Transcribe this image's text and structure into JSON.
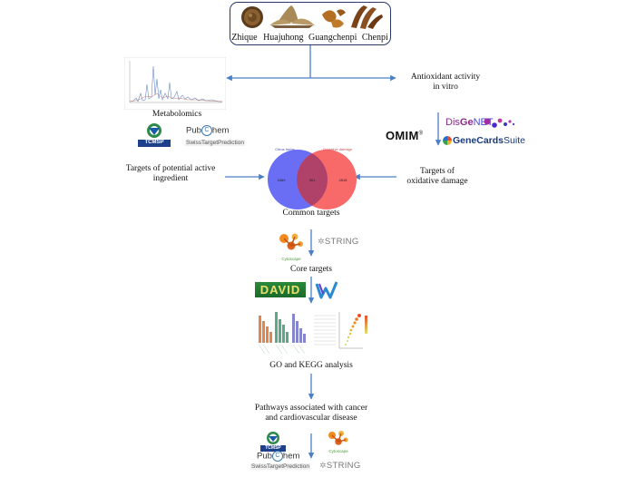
{
  "herbs": {
    "labels": [
      "Zhique",
      "Huajuhong",
      "Guangchenpi",
      "Chenpi"
    ]
  },
  "labels": {
    "antioxidant": "Antioxidant activity\nin vitro",
    "metabolomics": "Metabolomics",
    "targets_active": "Targets of potential active\ningredient",
    "targets_oxidative": "Targets of\noxidative damage",
    "common_targets": "Common targets",
    "core_targets": "Core targets",
    "go_kegg": "GO and KEGG analysis",
    "pathways": "Pathways associated with cancer\nand cardiovascular disease"
  },
  "logos": {
    "tcmsp": "TCMSP",
    "pubchem_a": "Pub",
    "pubchem_b": "hem",
    "swiss": "SwissTargetPrediction",
    "omim": "OMIM",
    "omim_reg": "®",
    "disgenet_a": "Dis",
    "disgenet_b": "Ge",
    "disgenet_c": "NET",
    "genecards": "GeneCards",
    "genecards_suite": "Suite",
    "string": "STRING",
    "cytoscape": "Cytoscape",
    "david": "DAVID"
  },
  "venn": {
    "left_title": "Citrus herbs",
    "right_title": "Oxidative damage",
    "left_count": "1069",
    "right_count": "4518",
    "overlap_count": "301"
  },
  "colors": {
    "arrow": "#4a7fc8",
    "venn_left": "#6a6ef5",
    "venn_right": "#f86a6a",
    "venn_overlap": "#b0426a",
    "box_border": "#2a3a66",
    "herb_brown": "#8a5a22"
  }
}
